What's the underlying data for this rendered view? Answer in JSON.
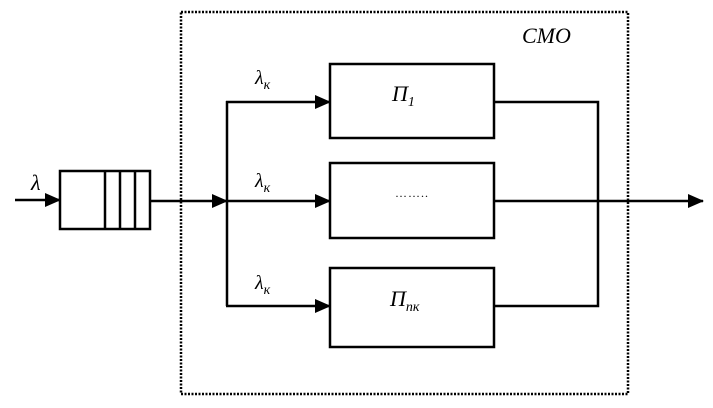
{
  "diagram": {
    "type": "queueing-system",
    "system_label": "CMO",
    "input": {
      "rate_symbol": "λ",
      "queue_slots": 3
    },
    "branches": [
      {
        "rate_symbol": "λ",
        "rate_subscript": "к",
        "device_label": "П",
        "device_subscript": "1"
      },
      {
        "rate_symbol": "λ",
        "rate_subscript": "к",
        "device_label": "……..",
        "device_subscript": ""
      },
      {
        "rate_symbol": "λ",
        "rate_subscript": "к",
        "device_label": "П",
        "device_subscript": "nк"
      }
    ],
    "colors": {
      "line": "#000000",
      "background": "#ffffff"
    }
  }
}
